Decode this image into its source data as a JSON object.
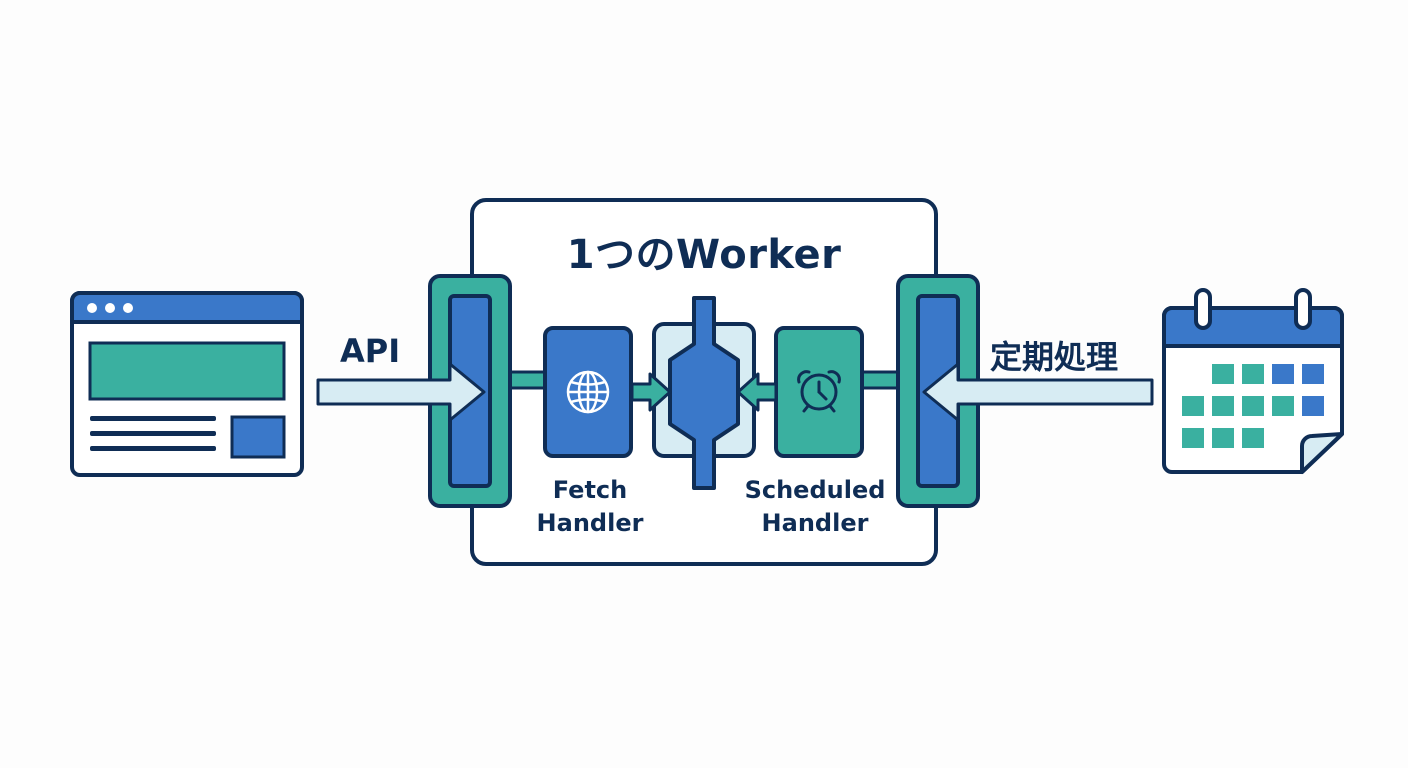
{
  "worker": {
    "title": "1つのWorker"
  },
  "inputs": {
    "api_label": "API",
    "scheduled_label": "定期処理"
  },
  "handlers": {
    "fetch": {
      "line1": "Fetch",
      "line2": "Handler",
      "icon": "globe-icon"
    },
    "scheduled": {
      "line1": "Scheduled",
      "line2": "Handler",
      "icon": "alarm-clock-icon"
    }
  },
  "colors": {
    "outline": "#0f2d55",
    "blue": "#3a78c9",
    "teal": "#3ab0a0",
    "light": "#d7ecf3",
    "background": "#fdfdfd"
  }
}
